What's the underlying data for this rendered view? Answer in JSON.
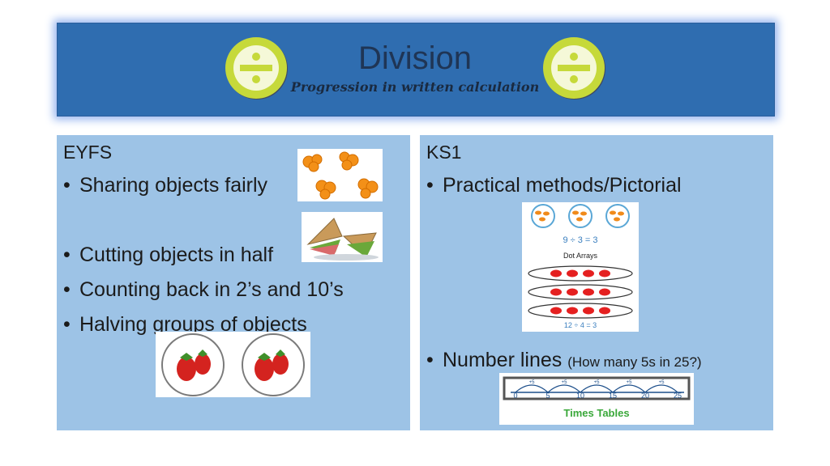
{
  "header": {
    "title": "Division",
    "subtitle": "Progression in written calculation",
    "icons": [
      "divide-icon",
      "divide-icon"
    ],
    "colors": {
      "band": "#2f6db0",
      "glow": "#9ab7f0",
      "badge_ring": "#c6d93a"
    }
  },
  "left_panel": {
    "heading": "EYFS",
    "items": [
      "Sharing objects fairly",
      "Cutting objects in half",
      "Counting back in 2’s and 10’s",
      "Halving groups of objects"
    ]
  },
  "right_panel": {
    "heading": "KS1",
    "items": [
      {
        "text": "Practical methods/Pictorial"
      },
      {
        "text": "Number lines",
        "note": "(How many 5s in 25?)"
      }
    ],
    "pictorial": {
      "equation_1": "9 ÷ 3 = 3",
      "caption": "Dot Arrays",
      "equation_2": "12 ÷ 4 = 3"
    },
    "numberline": {
      "labels": [
        "0",
        "5",
        "10",
        "15",
        "20",
        "25"
      ],
      "jump_labels": [
        "+5",
        "+5",
        "+5",
        "+5",
        "+5"
      ],
      "caption": "Times Tables"
    }
  },
  "bullet_char": "•"
}
